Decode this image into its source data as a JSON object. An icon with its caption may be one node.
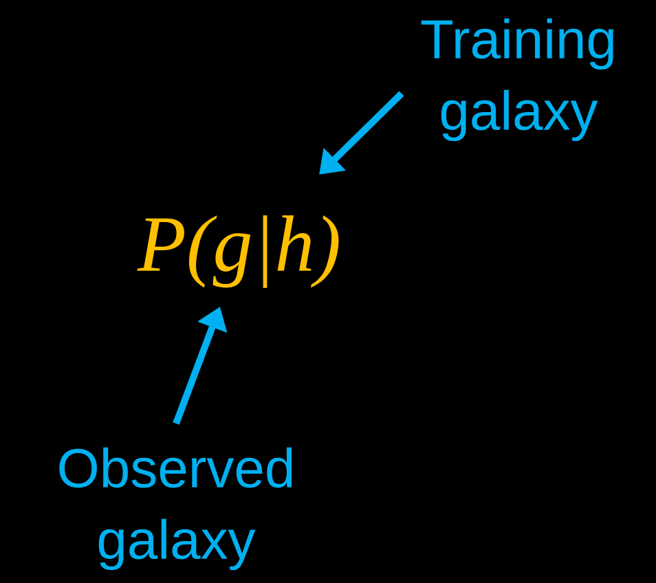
{
  "diagram": {
    "nodes": [
      {
        "text": [
          "P(g|h)"
        ]
      },
      {
        "text": [
          "Training galaxy"
        ]
      },
      {
        "text": [
          "Observed galaxy"
        ]
      }
    ],
    "edges": [
      {
        "from": 1,
        "to": 0,
        "arrow": "to"
      },
      {
        "from": 2,
        "to": 0,
        "arrow": "to"
      }
    ]
  }
}
